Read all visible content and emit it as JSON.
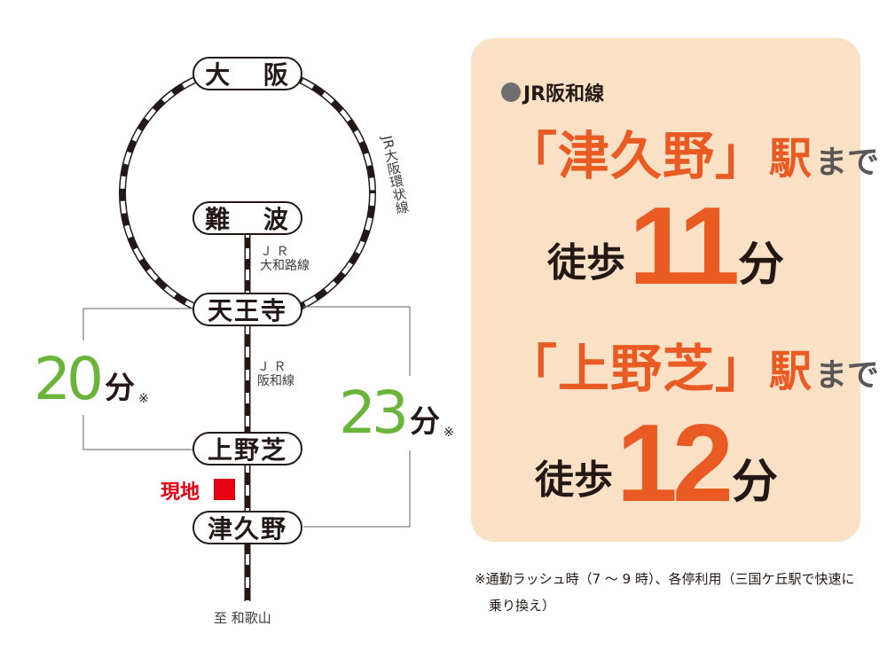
{
  "route_map": {
    "stations": {
      "osaka": "大 阪",
      "namba": "難 波",
      "tennoji": "天王寺",
      "uenoshiba": "上野芝",
      "tsukuno": "津久野"
    },
    "lines": {
      "loop_line": "JR大阪環状線",
      "loop_line_chars": [
        "J",
        "R",
        "大",
        "阪",
        "環",
        "状",
        "線"
      ],
      "yamatoji_line_1": "Ｊ Ｒ",
      "yamatoji_line_2": "大和路線",
      "hanwa_line_1": "Ｊ Ｒ",
      "hanwa_line_2": "阪和線"
    },
    "times": {
      "left": {
        "value": "20",
        "unit": "分",
        "note": "※"
      },
      "right": {
        "value": "23",
        "unit": "分",
        "note": "※"
      }
    },
    "current_location_label": "現地",
    "destination": "至 和歌山"
  },
  "info_card": {
    "line_name": "JR阪和線",
    "entries": [
      {
        "station": "「津久野」",
        "eki": "駅",
        "made": "まで",
        "walk_word": "徒歩",
        "minutes": "11",
        "unit": "分"
      },
      {
        "station": "「上野芝」",
        "eki": "駅",
        "made": "まで",
        "walk_word": "徒歩",
        "minutes": "12",
        "unit": "分"
      }
    ]
  },
  "footnote": "※通勤ラッシュ時（7 ～ 9 時）、各停利用（三国ケ丘駅で快速に乗り換え）",
  "colors": {
    "accent_orange": "#ea5a23",
    "time_green": "#6ab43a",
    "current_location_red": "#e60012",
    "card_background": "#fae1c5",
    "text_dark": "#231815"
  }
}
